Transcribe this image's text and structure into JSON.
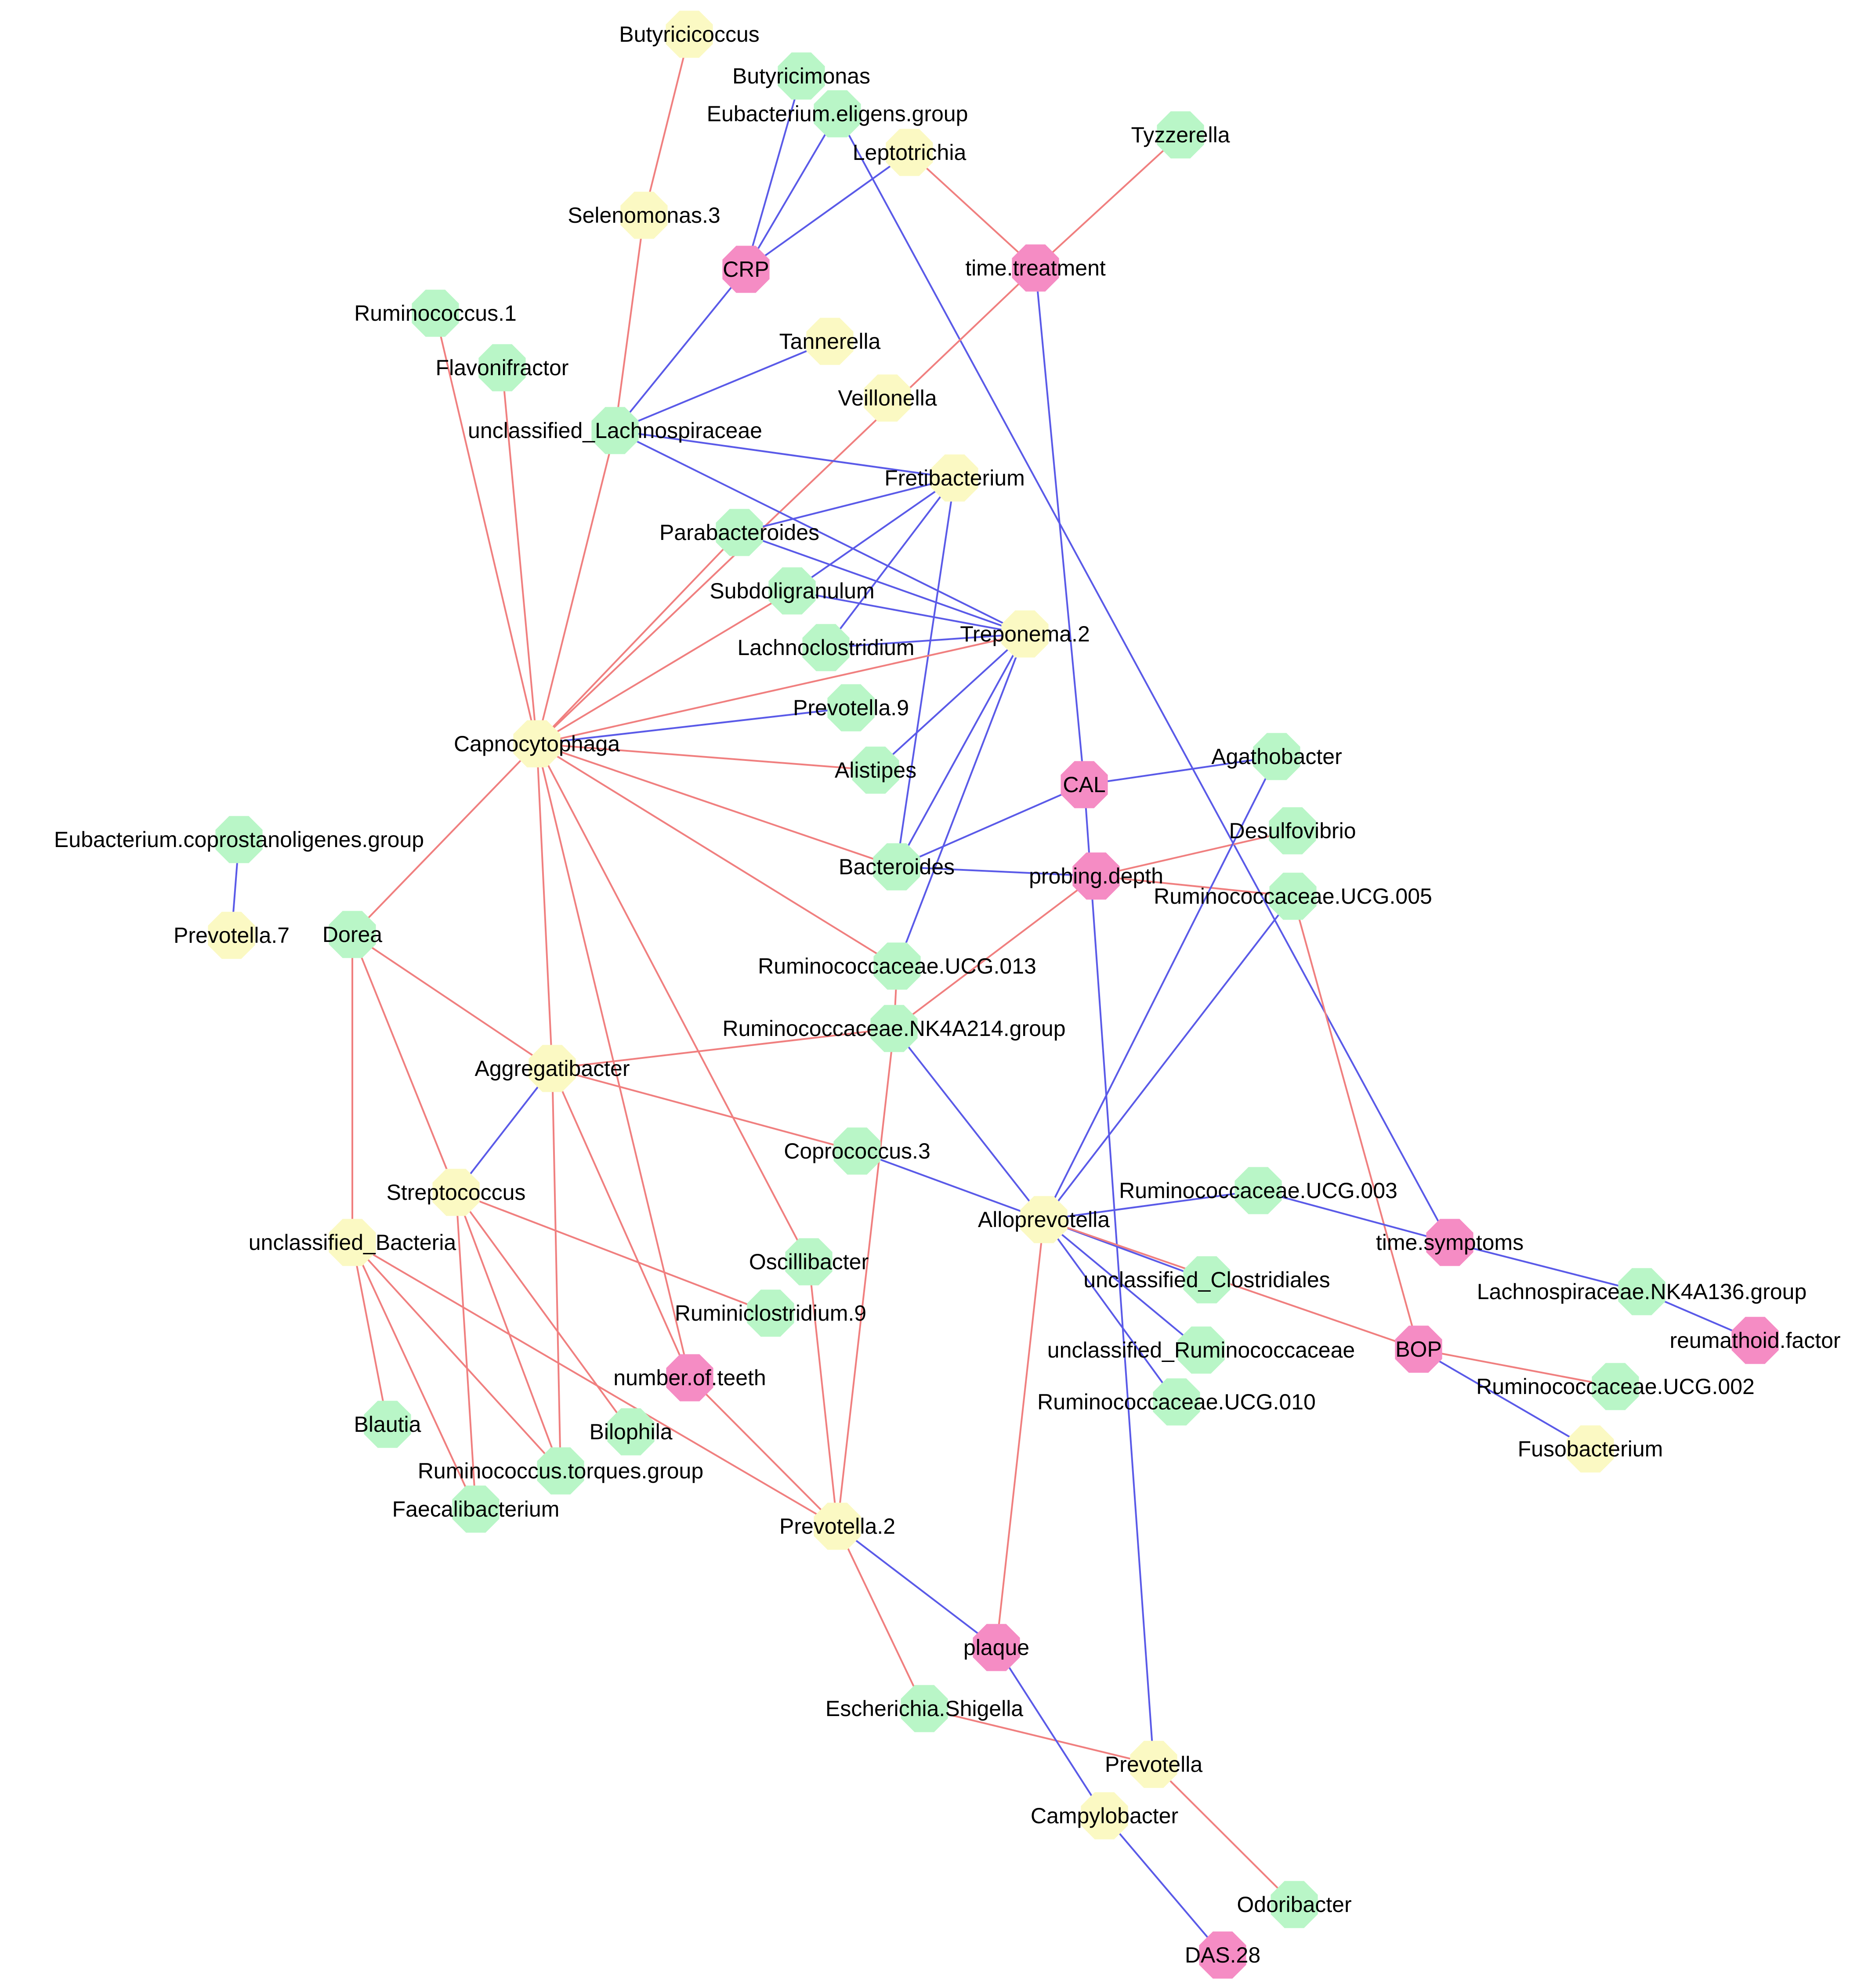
{
  "colors": {
    "pos_edge": "#f07f7f",
    "neg_edge": "#5a5ae8",
    "clinical": "#f58cc4",
    "oral": "#fbf9c3",
    "gut": "#b9f6c7"
  },
  "nodes": [
    {
      "id": "Butyricicoccus",
      "label": "Butyricicoccus",
      "kind": "oral"
    },
    {
      "id": "Butyricimonas",
      "label": "Butyricimonas",
      "kind": "gut"
    },
    {
      "id": "Eubacterium.eligens.group",
      "label": "Eubacterium.eligens.group",
      "kind": "gut"
    },
    {
      "id": "Leptotrichia",
      "label": "Leptotrichia",
      "kind": "oral"
    },
    {
      "id": "Tyzzerella",
      "label": "Tyzzerella",
      "kind": "gut"
    },
    {
      "id": "Selenomonas.3",
      "label": "Selenomonas.3",
      "kind": "oral"
    },
    {
      "id": "CRP",
      "label": "CRP",
      "kind": "clinical"
    },
    {
      "id": "time.treatment",
      "label": "time.treatment",
      "kind": "clinical"
    },
    {
      "id": "Ruminococcus.1",
      "label": "Ruminococcus.1",
      "kind": "gut"
    },
    {
      "id": "Tannerella",
      "label": "Tannerella",
      "kind": "oral"
    },
    {
      "id": "Flavonifractor",
      "label": "Flavonifractor",
      "kind": "gut"
    },
    {
      "id": "Veillonella",
      "label": "Veillonella",
      "kind": "oral"
    },
    {
      "id": "unclassified_Lachnospiraceae",
      "label": "unclassified_Lachnospiraceae",
      "kind": "gut"
    },
    {
      "id": "Fretibacterium",
      "label": "Fretibacterium",
      "kind": "oral"
    },
    {
      "id": "Parabacteroides",
      "label": "Parabacteroides",
      "kind": "gut"
    },
    {
      "id": "Subdoligranulum",
      "label": "Subdoligranulum",
      "kind": "gut"
    },
    {
      "id": "Treponema.2",
      "label": "Treponema.2",
      "kind": "oral"
    },
    {
      "id": "Lachnoclostridium",
      "label": "Lachnoclostridium",
      "kind": "gut"
    },
    {
      "id": "Prevotella.9",
      "label": "Prevotella.9",
      "kind": "gut"
    },
    {
      "id": "Capnocytophaga",
      "label": "Capnocytophaga",
      "kind": "oral"
    },
    {
      "id": "Alistipes",
      "label": "Alistipes",
      "kind": "gut"
    },
    {
      "id": "Agathobacter",
      "label": "Agathobacter",
      "kind": "gut"
    },
    {
      "id": "CAL",
      "label": "CAL",
      "kind": "clinical"
    },
    {
      "id": "Eubacterium.coprostanoligenes.group",
      "label": "Eubacterium.coprostanoligenes.group",
      "kind": "gut"
    },
    {
      "id": "Desulfovibrio",
      "label": "Desulfovibrio",
      "kind": "gut"
    },
    {
      "id": "Bacteroides",
      "label": "Bacteroides",
      "kind": "gut"
    },
    {
      "id": "probing.depth",
      "label": "probing.depth",
      "kind": "clinical"
    },
    {
      "id": "Ruminococcaceae.UCG.005",
      "label": "Ruminococcaceae.UCG.005",
      "kind": "gut"
    },
    {
      "id": "Prevotella.7",
      "label": "Prevotella.7",
      "kind": "oral"
    },
    {
      "id": "Dorea",
      "label": "Dorea",
      "kind": "gut"
    },
    {
      "id": "Ruminococcaceae.UCG.013",
      "label": "Ruminococcaceae.UCG.013",
      "kind": "gut"
    },
    {
      "id": "Ruminococcaceae.NK4A214.group",
      "label": "Ruminococcaceae.NK4A214.group",
      "kind": "gut"
    },
    {
      "id": "Aggregatibacter",
      "label": "Aggregatibacter",
      "kind": "oral"
    },
    {
      "id": "Coprococcus.3",
      "label": "Coprococcus.3",
      "kind": "gut"
    },
    {
      "id": "Streptococcus",
      "label": "Streptococcus",
      "kind": "oral"
    },
    {
      "id": "Ruminococcaceae.UCG.003",
      "label": "Ruminococcaceae.UCG.003",
      "kind": "gut"
    },
    {
      "id": "Alloprevotella",
      "label": "Alloprevotella",
      "kind": "oral"
    },
    {
      "id": "unclassified_Bacteria",
      "label": "unclassified_Bacteria",
      "kind": "oral"
    },
    {
      "id": "time.symptoms",
      "label": "time.symptoms",
      "kind": "clinical"
    },
    {
      "id": "Oscillibacter",
      "label": "Oscillibacter",
      "kind": "gut"
    },
    {
      "id": "unclassified_Clostridiales",
      "label": "unclassified_Clostridiales",
      "kind": "gut"
    },
    {
      "id": "Lachnospiraceae.NK4A136.group",
      "label": "Lachnospiraceae.NK4A136.group",
      "kind": "gut"
    },
    {
      "id": "Ruminiclostridium.9",
      "label": "Ruminiclostridium.9",
      "kind": "gut"
    },
    {
      "id": "reumathoid.factor",
      "label": "reumathoid.factor",
      "kind": "clinical"
    },
    {
      "id": "unclassified_Ruminococcaceae",
      "label": "unclassified_Ruminococcaceae",
      "kind": "gut"
    },
    {
      "id": "BOP",
      "label": "BOP",
      "kind": "clinical"
    },
    {
      "id": "number.of.teeth",
      "label": "number.of.teeth",
      "kind": "clinical"
    },
    {
      "id": "Ruminococcaceae.UCG.002",
      "label": "Ruminococcaceae.UCG.002",
      "kind": "gut"
    },
    {
      "id": "Ruminococcaceae.UCG.010",
      "label": "Ruminococcaceae.UCG.010",
      "kind": "gut"
    },
    {
      "id": "Blautia",
      "label": "Blautia",
      "kind": "gut"
    },
    {
      "id": "Bilophila",
      "label": "Bilophila",
      "kind": "gut"
    },
    {
      "id": "Fusobacterium",
      "label": "Fusobacterium",
      "kind": "oral"
    },
    {
      "id": "Ruminococcus.torques.group",
      "label": "Ruminococcus.torques.group",
      "kind": "gut"
    },
    {
      "id": "Faecalibacterium",
      "label": "Faecalibacterium",
      "kind": "gut"
    },
    {
      "id": "Prevotella.2",
      "label": "Prevotella.2",
      "kind": "oral"
    },
    {
      "id": "plaque",
      "label": "plaque",
      "kind": "clinical"
    },
    {
      "id": "Escherichia.Shigella",
      "label": "Escherichia.Shigella",
      "kind": "gut"
    },
    {
      "id": "Prevotella",
      "label": "Prevotella",
      "kind": "oral"
    },
    {
      "id": "Campylobacter",
      "label": "Campylobacter",
      "kind": "oral"
    },
    {
      "id": "Odoribacter",
      "label": "Odoribacter",
      "kind": "gut"
    },
    {
      "id": "DAS.28",
      "label": "DAS.28",
      "kind": "clinical"
    }
  ],
  "edges": [
    {
      "source": "Butyricicoccus",
      "target": "Selenomonas.3",
      "sign": "pos"
    },
    {
      "source": "Selenomonas.3",
      "target": "unclassified_Lachnospiraceae",
      "sign": "pos"
    },
    {
      "source": "Butyricimonas",
      "target": "CRP",
      "sign": "neg"
    },
    {
      "source": "Eubacterium.eligens.group",
      "target": "CRP",
      "sign": "neg"
    },
    {
      "source": "Leptotrichia",
      "target": "CRP",
      "sign": "neg"
    },
    {
      "source": "CRP",
      "target": "unclassified_Lachnospiraceae",
      "sign": "neg"
    },
    {
      "source": "Eubacterium.eligens.group",
      "target": "time.symptoms",
      "sign": "neg"
    },
    {
      "source": "Leptotrichia",
      "target": "time.treatment",
      "sign": "pos"
    },
    {
      "source": "Tyzzerella",
      "target": "time.treatment",
      "sign": "pos"
    },
    {
      "source": "time.treatment",
      "target": "Capnocytophaga",
      "sign": "pos"
    },
    {
      "source": "time.treatment",
      "target": "CAL",
      "sign": "neg"
    },
    {
      "source": "Tannerella",
      "target": "unclassified_Lachnospiraceae",
      "sign": "neg"
    },
    {
      "source": "Ruminococcus.1",
      "target": "Capnocytophaga",
      "sign": "pos"
    },
    {
      "source": "Flavonifractor",
      "target": "Capnocytophaga",
      "sign": "pos"
    },
    {
      "source": "unclassified_Lachnospiraceae",
      "target": "Capnocytophaga",
      "sign": "pos"
    },
    {
      "source": "unclassified_Lachnospiraceae",
      "target": "Fretibacterium",
      "sign": "neg"
    },
    {
      "source": "unclassified_Lachnospiraceae",
      "target": "Treponema.2",
      "sign": "neg"
    },
    {
      "source": "Fretibacterium",
      "target": "Parabacteroides",
      "sign": "neg"
    },
    {
      "source": "Fretibacterium",
      "target": "Subdoligranulum",
      "sign": "neg"
    },
    {
      "source": "Fretibacterium",
      "target": "Lachnoclostridium",
      "sign": "neg"
    },
    {
      "source": "Fretibacterium",
      "target": "Bacteroides",
      "sign": "neg"
    },
    {
      "source": "Parabacteroides",
      "target": "Treponema.2",
      "sign": "neg"
    },
    {
      "source": "Subdoligranulum",
      "target": "Treponema.2",
      "sign": "neg"
    },
    {
      "source": "Lachnoclostridium",
      "target": "Treponema.2",
      "sign": "neg"
    },
    {
      "source": "Treponema.2",
      "target": "Capnocytophaga",
      "sign": "pos"
    },
    {
      "source": "Treponema.2",
      "target": "Alistipes",
      "sign": "neg"
    },
    {
      "source": "Treponema.2",
      "target": "Bacteroides",
      "sign": "neg"
    },
    {
      "source": "Treponema.2",
      "target": "Ruminococcaceae.UCG.013",
      "sign": "neg"
    },
    {
      "source": "Capnocytophaga",
      "target": "Parabacteroides",
      "sign": "pos"
    },
    {
      "source": "Capnocytophaga",
      "target": "Subdoligranulum",
      "sign": "pos"
    },
    {
      "source": "Capnocytophaga",
      "target": "Prevotella.9",
      "sign": "neg"
    },
    {
      "source": "Capnocytophaga",
      "target": "Alistipes",
      "sign": "pos"
    },
    {
      "source": "Capnocytophaga",
      "target": "Bacteroides",
      "sign": "pos"
    },
    {
      "source": "Capnocytophaga",
      "target": "Ruminococcaceae.UCG.013",
      "sign": "pos"
    },
    {
      "source": "Capnocytophaga",
      "target": "Dorea",
      "sign": "pos"
    },
    {
      "source": "Capnocytophaga",
      "target": "Aggregatibacter",
      "sign": "pos"
    },
    {
      "source": "Capnocytophaga",
      "target": "Oscillibacter",
      "sign": "pos"
    },
    {
      "source": "Capnocytophaga",
      "target": "number.of.teeth",
      "sign": "pos"
    },
    {
      "source": "CAL",
      "target": "Agathobacter",
      "sign": "neg"
    },
    {
      "source": "CAL",
      "target": "Bacteroides",
      "sign": "neg"
    },
    {
      "source": "CAL",
      "target": "Prevotella",
      "sign": "neg"
    },
    {
      "source": "Eubacterium.coprostanoligenes.group",
      "target": "Prevotella.7",
      "sign": "neg"
    },
    {
      "source": "Desulfovibrio",
      "target": "probing.depth",
      "sign": "pos"
    },
    {
      "source": "Bacteroides",
      "target": "probing.depth",
      "sign": "neg"
    },
    {
      "source": "probing.depth",
      "target": "Ruminococcaceae.NK4A214.group",
      "sign": "pos"
    },
    {
      "source": "probing.depth",
      "target": "Ruminococcaceae.UCG.005",
      "sign": "pos"
    },
    {
      "source": "Agathobacter",
      "target": "Alloprevotella",
      "sign": "neg"
    },
    {
      "source": "Ruminococcaceae.UCG.005",
      "target": "Alloprevotella",
      "sign": "neg"
    },
    {
      "source": "Ruminococcaceae.UCG.005",
      "target": "BOP",
      "sign": "pos"
    },
    {
      "source": "Dorea",
      "target": "Aggregatibacter",
      "sign": "pos"
    },
    {
      "source": "Dorea",
      "target": "Streptococcus",
      "sign": "pos"
    },
    {
      "source": "Dorea",
      "target": "unclassified_Bacteria",
      "sign": "pos"
    },
    {
      "source": "Ruminococcaceae.UCG.013",
      "target": "Ruminococcaceae.NK4A214.group",
      "sign": "pos"
    },
    {
      "source": "Ruminococcaceae.NK4A214.group",
      "target": "Aggregatibacter",
      "sign": "pos"
    },
    {
      "source": "Ruminococcaceae.NK4A214.group",
      "target": "Alloprevotella",
      "sign": "neg"
    },
    {
      "source": "Ruminococcaceae.NK4A214.group",
      "target": "Prevotella.2",
      "sign": "pos"
    },
    {
      "source": "Aggregatibacter",
      "target": "Coprococcus.3",
      "sign": "pos"
    },
    {
      "source": "Aggregatibacter",
      "target": "Streptococcus",
      "sign": "neg"
    },
    {
      "source": "Aggregatibacter",
      "target": "Ruminococcus.torques.group",
      "sign": "pos"
    },
    {
      "source": "Aggregatibacter",
      "target": "number.of.teeth",
      "sign": "pos"
    },
    {
      "source": "Coprococcus.3",
      "target": "Alloprevotella",
      "sign": "neg"
    },
    {
      "source": "Streptococcus",
      "target": "Ruminiclostridium.9",
      "sign": "pos"
    },
    {
      "source": "Streptococcus",
      "target": "Bilophila",
      "sign": "pos"
    },
    {
      "source": "Streptococcus",
      "target": "Ruminococcus.torques.group",
      "sign": "pos"
    },
    {
      "source": "Streptococcus",
      "target": "Faecalibacterium",
      "sign": "pos"
    },
    {
      "source": "unclassified_Bacteria",
      "target": "Blautia",
      "sign": "pos"
    },
    {
      "source": "unclassified_Bacteria",
      "target": "Faecalibacterium",
      "sign": "pos"
    },
    {
      "source": "unclassified_Bacteria",
      "target": "Ruminococcus.torques.group",
      "sign": "pos"
    },
    {
      "source": "unclassified_Bacteria",
      "target": "Prevotella.2",
      "sign": "pos"
    },
    {
      "source": "Alloprevotella",
      "target": "Ruminococcaceae.UCG.003",
      "sign": "neg"
    },
    {
      "source": "Alloprevotella",
      "target": "unclassified_Clostridiales",
      "sign": "neg"
    },
    {
      "source": "Alloprevotella",
      "target": "unclassified_Ruminococcaceae",
      "sign": "neg"
    },
    {
      "source": "Alloprevotella",
      "target": "Ruminococcaceae.UCG.010",
      "sign": "neg"
    },
    {
      "source": "Alloprevotella",
      "target": "BOP",
      "sign": "pos"
    },
    {
      "source": "Alloprevotella",
      "target": "plaque",
      "sign": "pos"
    },
    {
      "source": "Ruminococcaceae.UCG.003",
      "target": "time.symptoms",
      "sign": "neg"
    },
    {
      "source": "time.symptoms",
      "target": "Lachnospiraceae.NK4A136.group",
      "sign": "neg"
    },
    {
      "source": "Lachnospiraceae.NK4A136.group",
      "target": "reumathoid.factor",
      "sign": "neg"
    },
    {
      "source": "BOP",
      "target": "Ruminococcaceae.UCG.002",
      "sign": "pos"
    },
    {
      "source": "BOP",
      "target": "Fusobacterium",
      "sign": "neg"
    },
    {
      "source": "Oscillibacter",
      "target": "Prevotella.2",
      "sign": "pos"
    },
    {
      "source": "number.of.teeth",
      "target": "Prevotella.2",
      "sign": "pos"
    },
    {
      "source": "Prevotella.2",
      "target": "plaque",
      "sign": "neg"
    },
    {
      "source": "Prevotella.2",
      "target": "Escherichia.Shigella",
      "sign": "pos"
    },
    {
      "source": "Escherichia.Shigella",
      "target": "Prevotella",
      "sign": "pos"
    },
    {
      "source": "plaque",
      "target": "Campylobacter",
      "sign": "neg"
    },
    {
      "source": "Prevotella",
      "target": "Odoribacter",
      "sign": "pos"
    },
    {
      "source": "Campylobacter",
      "target": "DAS.28",
      "sign": "neg"
    }
  ]
}
